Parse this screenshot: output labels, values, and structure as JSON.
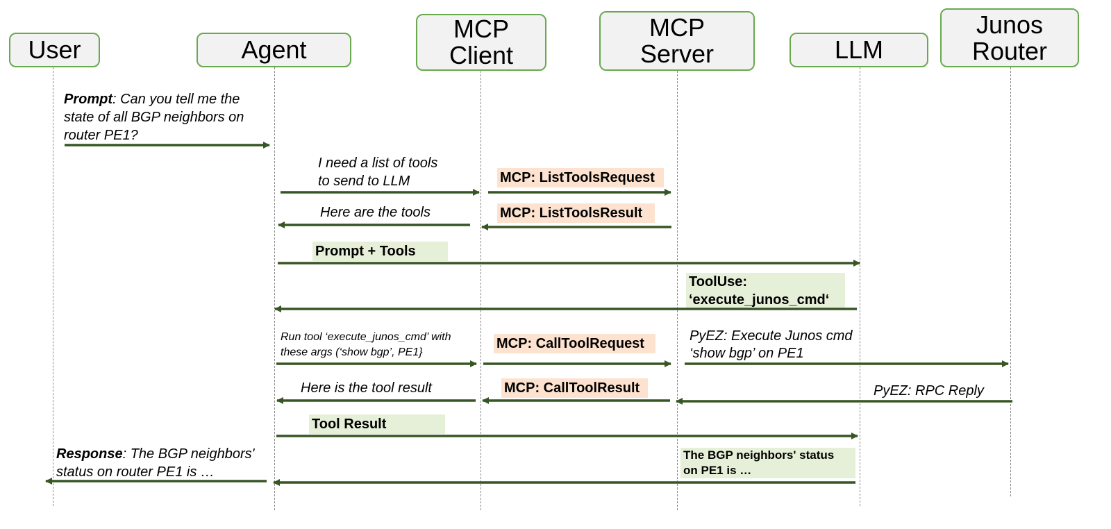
{
  "colors": {
    "arrow": "#375623",
    "box_border": "#6aa84f",
    "box_fill": "#f2f2f2",
    "highlight_peach": "#fde3cf",
    "highlight_green": "#e6f0d8"
  },
  "actors": [
    {
      "id": "user",
      "line1": "User",
      "line2": ""
    },
    {
      "id": "agent",
      "line1": "Agent",
      "line2": ""
    },
    {
      "id": "mcp-client",
      "line1": "MCP",
      "line2": "Client"
    },
    {
      "id": "mcp-server",
      "line1": "MCP",
      "line2": "Server"
    },
    {
      "id": "llm",
      "line1": "LLM",
      "line2": ""
    },
    {
      "id": "junos-router",
      "line1": "Junos",
      "line2": "Router"
    }
  ],
  "messages": {
    "prompt": {
      "label": "Prompt",
      "text1": ": Can you tell me the",
      "text2": "state of all BGP neighbors on",
      "text3": "router PE1?"
    },
    "need_tools": {
      "line1": "I need a list of tools",
      "line2": "to send to LLM"
    },
    "list_tools_request": "MCP: ListToolsRequest",
    "here_tools": "Here are the tools",
    "list_tools_result": "MCP: ListToolsResult",
    "prompt_tools": "Prompt + Tools",
    "tool_use": {
      "line1": "ToolUse:",
      "line2": "‘execute_junos_cmd‘"
    },
    "run_tool": {
      "line1": "Run tool ‘execute_junos_cmd’ with",
      "line2": "these args (‘show bgp’, PE1}"
    },
    "call_tool_request": "MCP: CallToolRequest",
    "pyez_exec": {
      "line1": "PyEZ: Execute Junos cmd",
      "line2": "‘show bgp’ on PE1"
    },
    "here_result": "Here is the tool result",
    "call_tool_result": "MCP: CallToolResult",
    "pyez_reply": "PyEZ: RPC Reply",
    "tool_result": "Tool Result",
    "bgp_status": {
      "line1": "The BGP neighbors' status",
      "line2": "on PE1 is …"
    },
    "response": {
      "label": "Response",
      "text1": ": The BGP neighbors'",
      "text2": "status on router PE1 is …"
    }
  }
}
